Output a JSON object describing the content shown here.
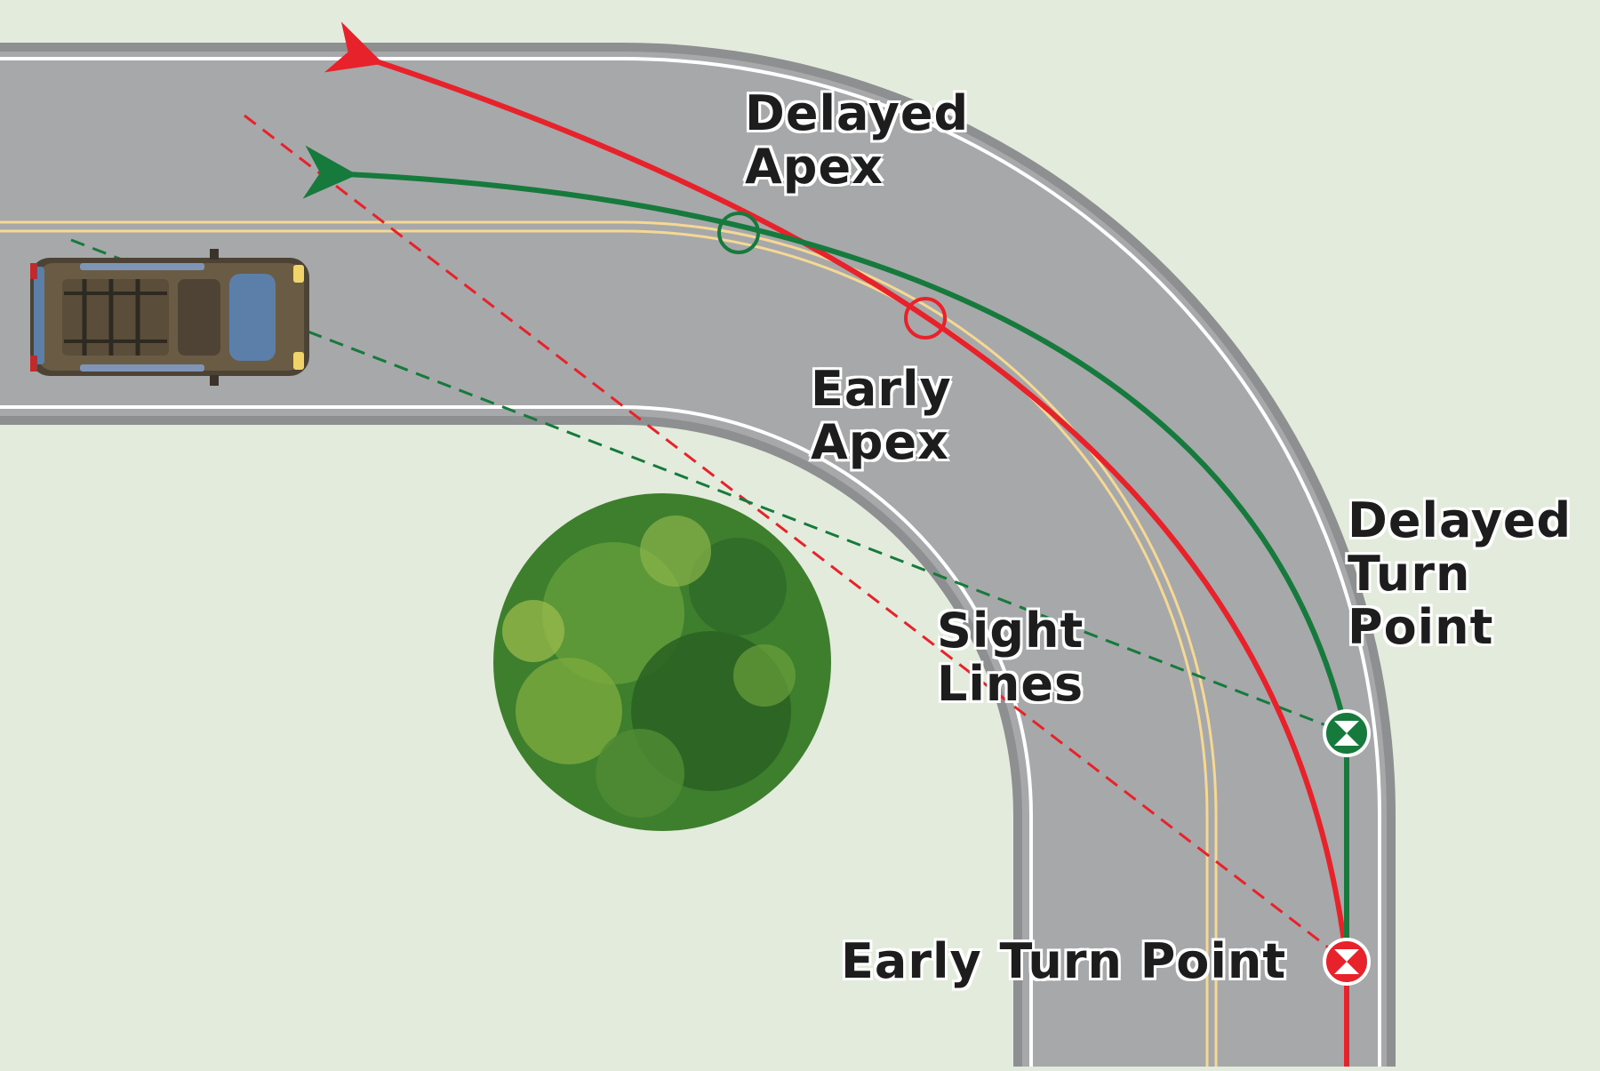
{
  "labels": {
    "delayed_apex": [
      "Delayed",
      "Apex"
    ],
    "early_apex": [
      "Early",
      "Apex"
    ],
    "delayed_turn_point": [
      "Delayed",
      "Turn",
      "Point"
    ],
    "sight_lines": [
      "Sight",
      "Lines"
    ],
    "early_turn_point": "Early Turn Point"
  },
  "colors": {
    "grass": "#e3ecdc",
    "road": "#a7a8a9",
    "road_edge": "#8e8f90",
    "white_line": "#ffffff",
    "yellow_line": "#f5d893",
    "early_path": "#e8222a",
    "delayed_path": "#157a3c",
    "car_body": "#6a5b45",
    "tree": "#3e7f2e"
  },
  "icons": {
    "vehicle": "suv-top-view-icon",
    "tree": "tree-canopy-icon",
    "turn_point_marker": "hourglass-circle-icon",
    "apex_marker": "ring-icon"
  }
}
